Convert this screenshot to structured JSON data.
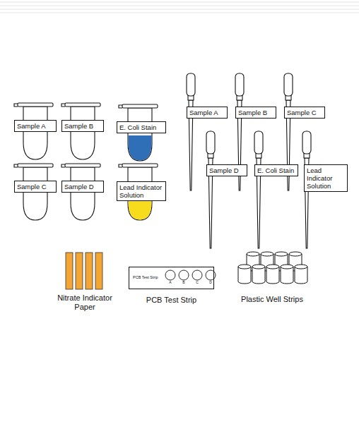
{
  "diagram": {
    "nodes": [
      {
        "text": [
          "Sample A"
        ]
      },
      {
        "text": [
          "Sample B"
        ]
      },
      {
        "text": [
          "E. Coli Stain"
        ]
      },
      {
        "text": [
          "Sample C"
        ]
      },
      {
        "text": [
          "Sample D"
        ]
      },
      {
        "text": [
          "Lead Indicator Solution"
        ]
      },
      {
        "text": [
          "Sample A"
        ]
      },
      {
        "text": [
          "Sample B"
        ]
      },
      {
        "text": [
          "Sample C"
        ]
      },
      {
        "text": [
          "Sample D"
        ]
      },
      {
        "text": [
          "E. Coli Stain"
        ]
      },
      {
        "text": [
          "Lead Indicator Solution"
        ]
      },
      {
        "text": [
          "PCB Test Strip",
          "PCB Test Strip"
        ]
      }
    ],
    "labels": [
      "A",
      "B",
      "C",
      "D",
      "Nitrate Indicator Paper",
      "Plastic Well Strips"
    ]
  }
}
